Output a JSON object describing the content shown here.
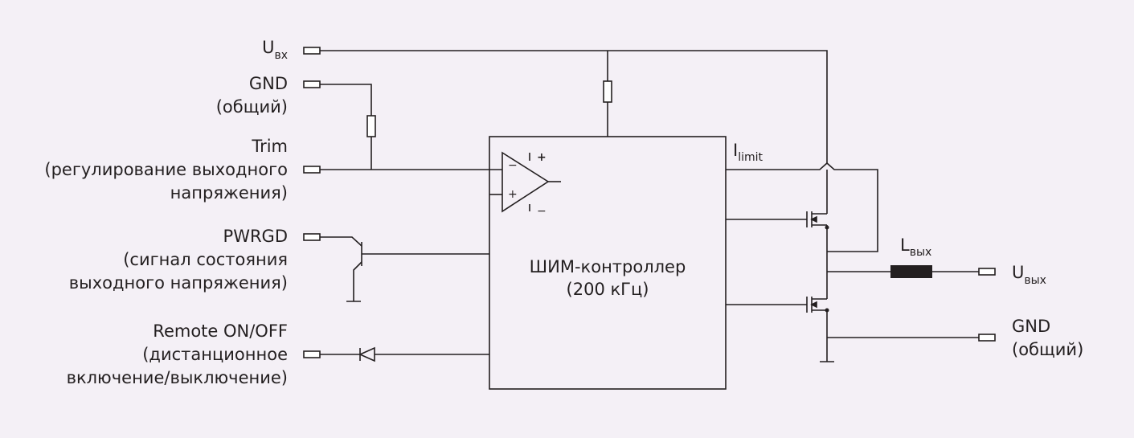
{
  "inputs": {
    "uin": {
      "main": "U",
      "sub": "вх"
    },
    "gnd": {
      "line1": "GND",
      "line2": "(общий)"
    },
    "trim": {
      "line1": "Trim",
      "line2": "(регулирование выходного",
      "line3": "напряжения)"
    },
    "pwrgd": {
      "line1": "PWRGD",
      "line2": "(сигнал состояния",
      "line3": "выходного напряжения)"
    },
    "remote": {
      "line1": "Remote ON/OFF",
      "line2": "(дистанционное",
      "line3": "включение/выключение)"
    }
  },
  "controller": {
    "line1": "ШИМ-контроллер",
    "line2": "(200 кГц)"
  },
  "opamp": {
    "minus": "−",
    "plus": "+",
    "out_plus": "+",
    "out_minus": "−"
  },
  "ilimit": {
    "main": "I",
    "sub": "limit"
  },
  "inductor": {
    "main": "L",
    "sub": "вых"
  },
  "outputs": {
    "uout": {
      "main": "U",
      "sub": "вых"
    },
    "gnd": {
      "line1": "GND",
      "line2": "(общий)"
    }
  },
  "colors": {
    "background": "#f4f0f6",
    "line": "#231f20",
    "inductor": "#231f20"
  }
}
